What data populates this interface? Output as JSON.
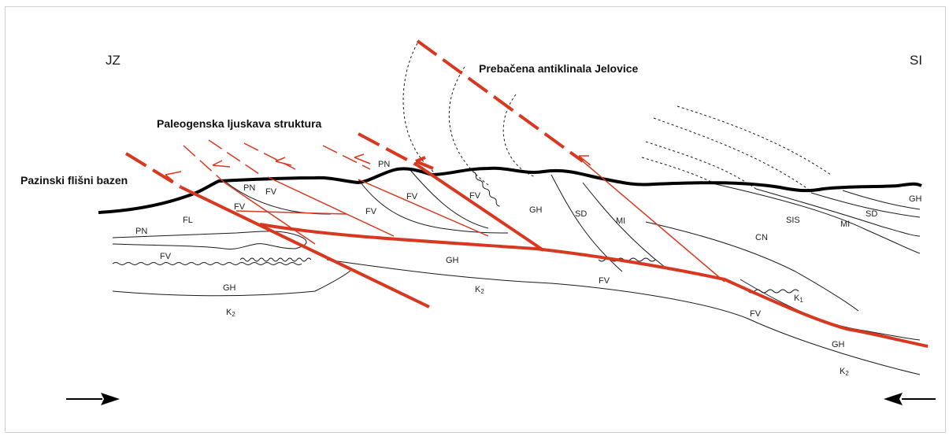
{
  "directions": {
    "left": "JZ",
    "right": "SI"
  },
  "titles": {
    "anticline": "Prebačena antiklinala Jelovice",
    "imbricate": "Paleogenska ljuskava struktura",
    "basin": "Pazinski flišni bazen"
  },
  "units": {
    "fl": "FL",
    "pn": "PN",
    "fv": "FV",
    "gh": "GH",
    "k": "K",
    "sub2": "2",
    "sub1": "1",
    "sd": "SD",
    "mi": "MI",
    "sis": "SIS",
    "cn": "CN"
  },
  "colors": {
    "fault": "#d8381f",
    "topography": "#000000",
    "strata": "#1a1a1a"
  },
  "arrows": {
    "left": "arrow-right",
    "right": "arrow-left"
  }
}
